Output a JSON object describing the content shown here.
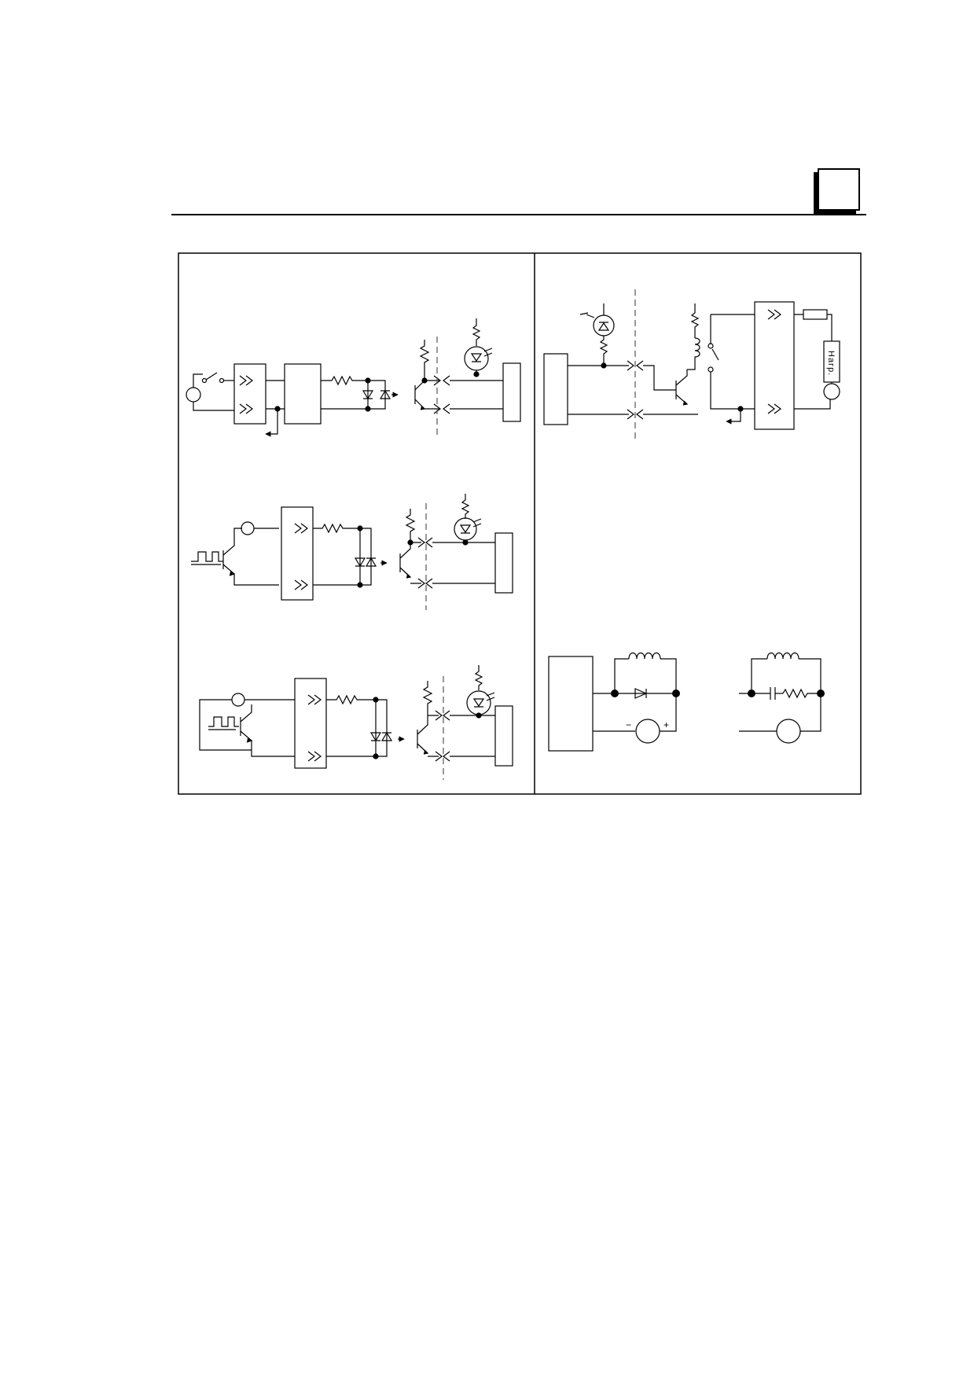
{
  "header": {
    "chapter_box": "",
    "rule": true
  },
  "panels": [
    {
      "id": "left",
      "circuits": [
        "contact-input",
        "npn-transistor-input",
        "open-collector-input"
      ]
    },
    {
      "id": "right",
      "circuits": [
        "transistor-relay-output",
        "snubber-examples"
      ]
    }
  ],
  "labels": {
    "load": "Нагр.",
    "minus": "−",
    "plus": "+"
  },
  "style": {
    "line_color": "#000000",
    "dash_color": "#555555",
    "background": "#ffffff"
  }
}
